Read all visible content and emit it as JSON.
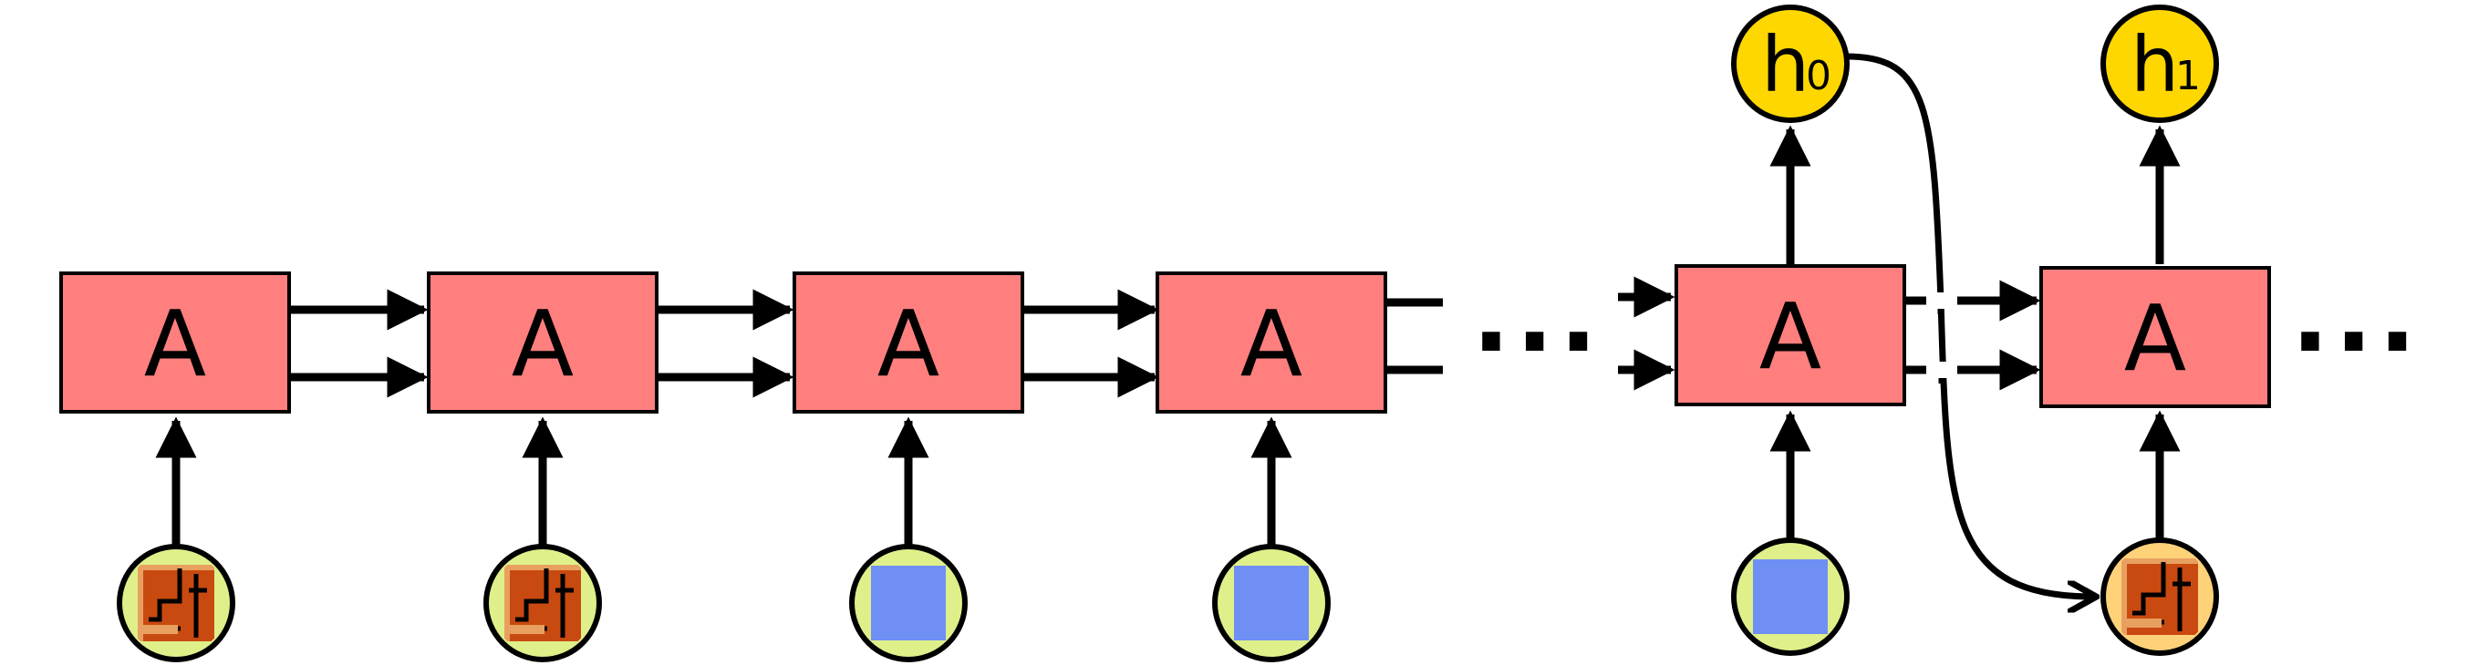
{
  "diagram": {
    "cell_label": "A",
    "ellipsis": "...",
    "outputs": [
      {
        "base": "h",
        "sub": "0"
      },
      {
        "base": "h",
        "sub": "1"
      }
    ]
  },
  "colors": {
    "cell_fill": "#ff7f7f",
    "output_fill": "#ffd700",
    "input_ring": "#dff08a",
    "input_ring_orange": "#ffd27a",
    "blue_square": "#6f8ff5",
    "brick": "#c94a10",
    "stroke": "#000000"
  },
  "icons": {
    "brick_input": "brick-sprite-icon",
    "blank_input": "blue-square-icon"
  }
}
